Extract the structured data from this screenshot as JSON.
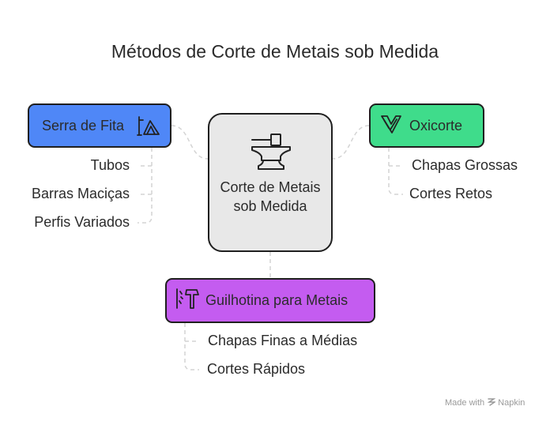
{
  "title": "Métodos de Corte de Metais sob Medida",
  "center": {
    "label": "Corte de Metais sob Medida",
    "icon": "anvil-icon"
  },
  "methods": [
    {
      "label": "Serra de Fita",
      "color": "#4f87f7",
      "icon": "bandsaw-icon",
      "items": [
        "Tubos",
        "Barras Maciças",
        "Perfis Variados"
      ]
    },
    {
      "label": "Oxicorte",
      "color": "#3fdc8b",
      "icon": "torch-icon",
      "items": [
        "Chapas Grossas",
        "Cortes Retos"
      ]
    },
    {
      "label": "Guilhotina para Metais",
      "color": "#c45cf0",
      "icon": "hammer-icon",
      "items": [
        "Chapas Finas a Médias",
        "Cortes Rápidos"
      ]
    }
  ],
  "footer": {
    "text": "Made with",
    "brand": "Napkin"
  }
}
